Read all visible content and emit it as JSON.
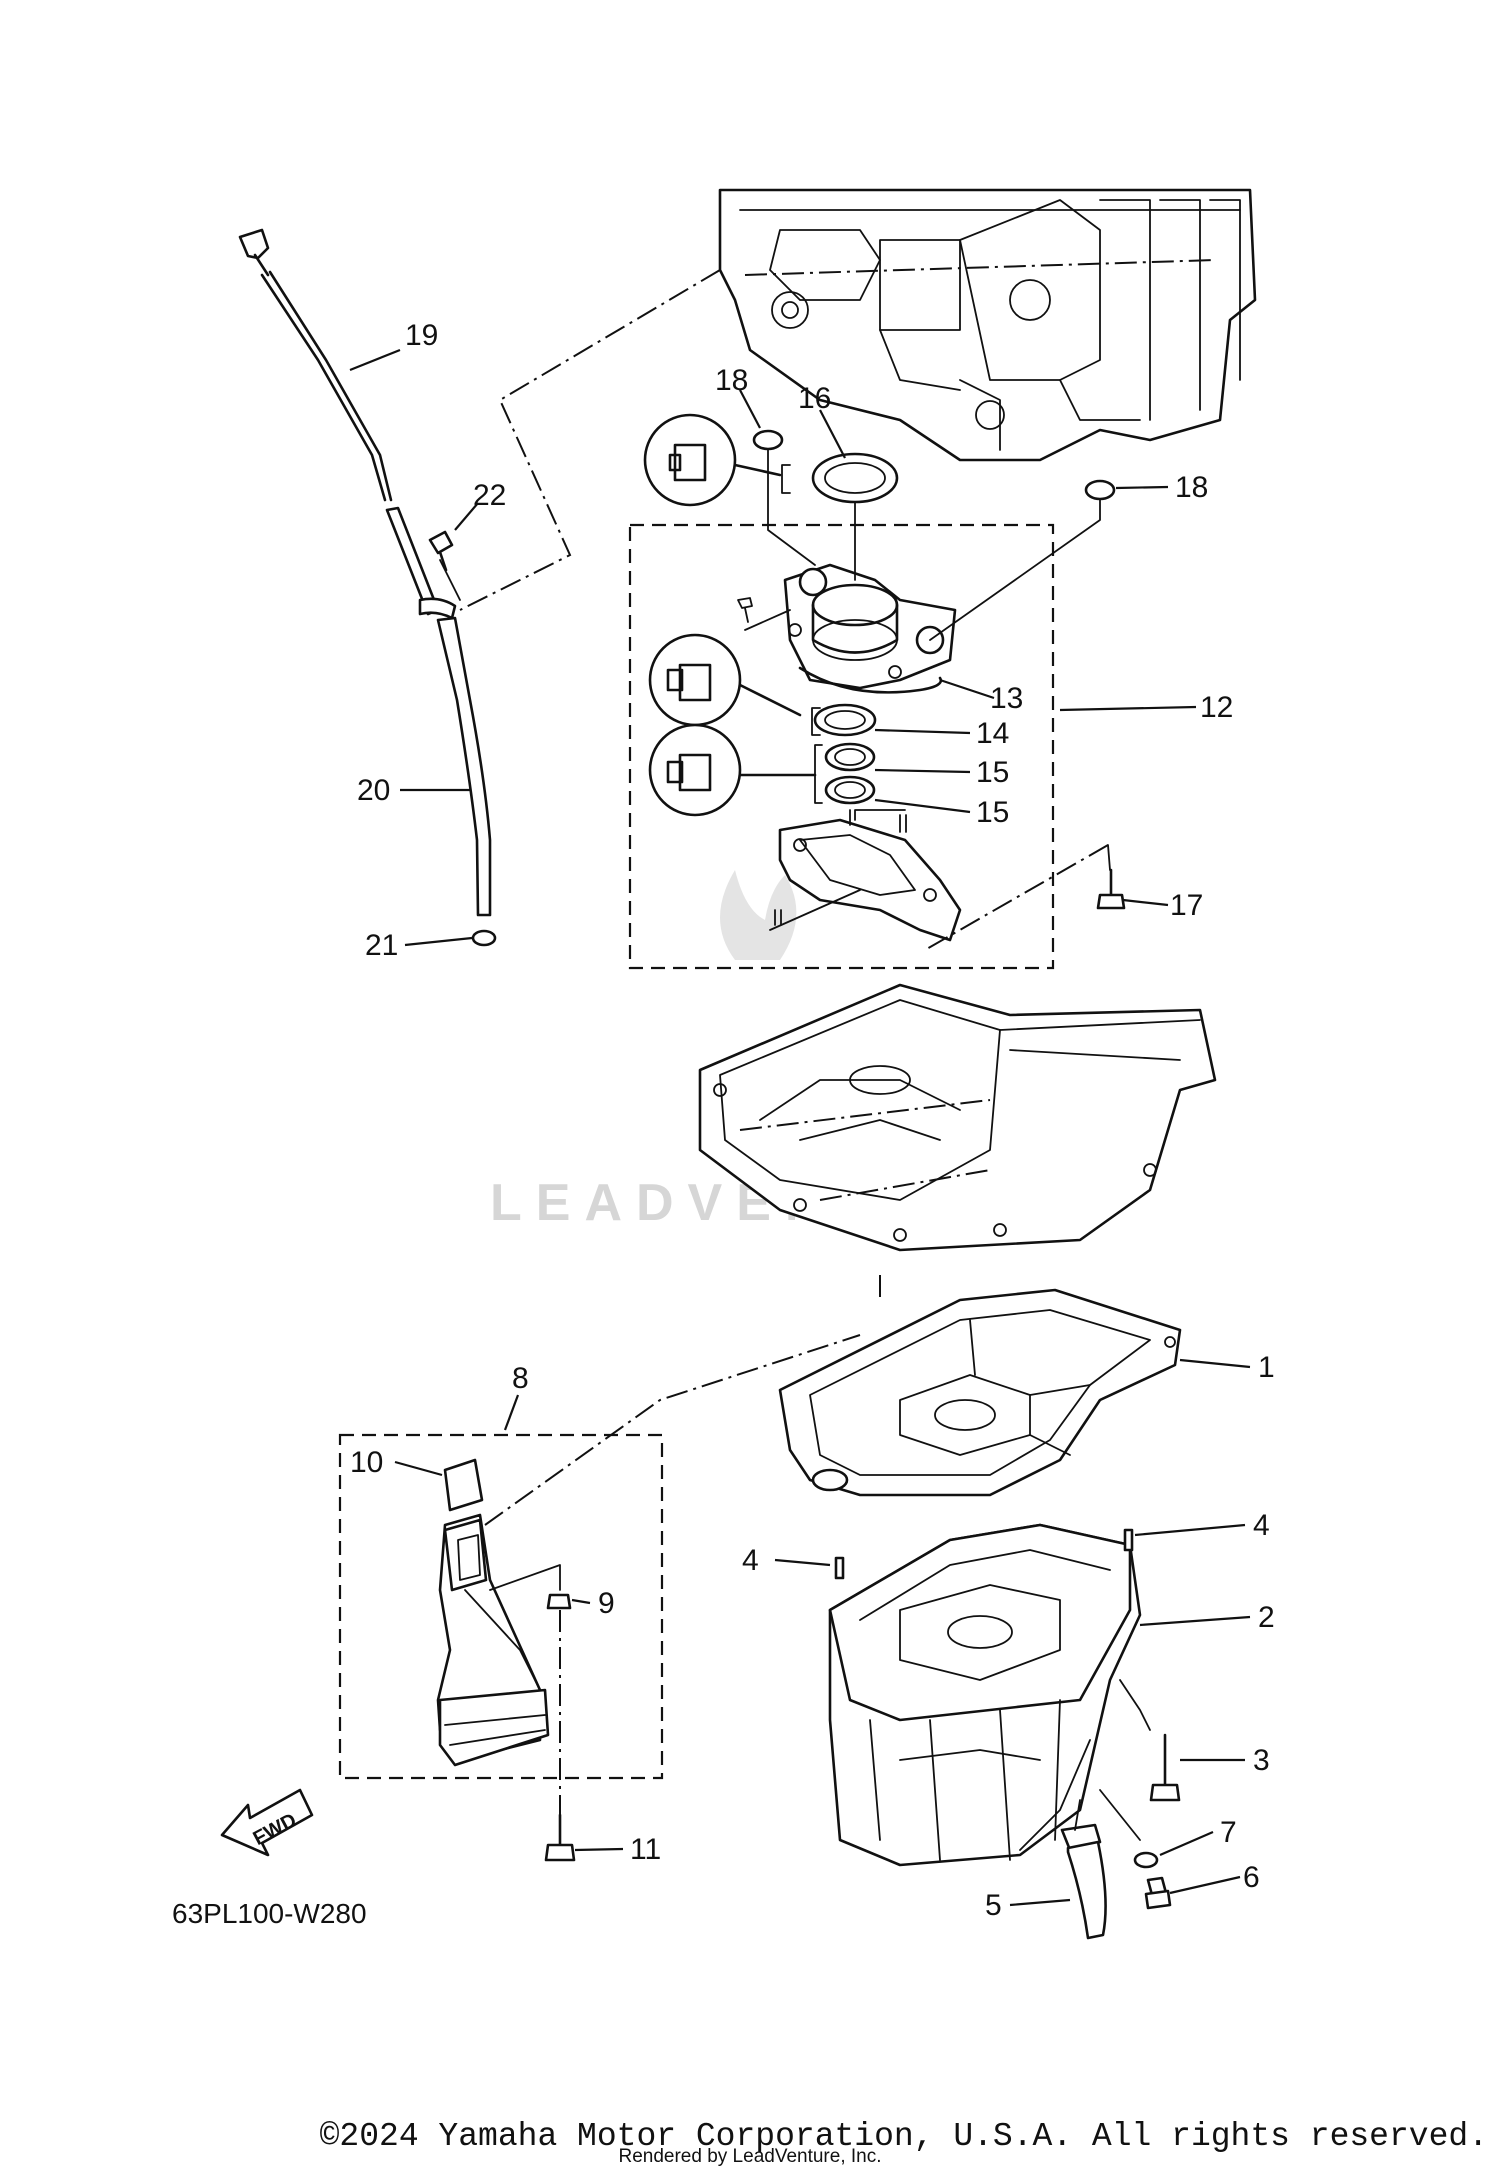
{
  "diagram": {
    "watermark": "LEADVENTURE",
    "code": "63PL100-W280",
    "fwd_label": "FWD",
    "callouts": [
      {
        "id": "c1",
        "label": "1"
      },
      {
        "id": "c2",
        "label": "2"
      },
      {
        "id": "c3",
        "label": "3"
      },
      {
        "id": "c4a",
        "label": "4"
      },
      {
        "id": "c4b",
        "label": "4"
      },
      {
        "id": "c5",
        "label": "5"
      },
      {
        "id": "c6",
        "label": "6"
      },
      {
        "id": "c7",
        "label": "7"
      },
      {
        "id": "c8",
        "label": "8"
      },
      {
        "id": "c9",
        "label": "9"
      },
      {
        "id": "c10",
        "label": "10"
      },
      {
        "id": "c11",
        "label": "11"
      },
      {
        "id": "c12",
        "label": "12"
      },
      {
        "id": "c13",
        "label": "13"
      },
      {
        "id": "c14",
        "label": "14"
      },
      {
        "id": "c15a",
        "label": "15"
      },
      {
        "id": "c15b",
        "label": "15"
      },
      {
        "id": "c16",
        "label": "16"
      },
      {
        "id": "c17",
        "label": "17"
      },
      {
        "id": "c18a",
        "label": "18"
      },
      {
        "id": "c18b",
        "label": "18"
      },
      {
        "id": "c19",
        "label": "19"
      },
      {
        "id": "c20",
        "label": "20"
      },
      {
        "id": "c21",
        "label": "21"
      },
      {
        "id": "c22",
        "label": "22"
      }
    ]
  },
  "footer": {
    "copyright": "©2024 Yamaha Motor Corporation, U.S.A. All rights reserved.",
    "rendered_by": "Rendered by LeadVenture, Inc."
  }
}
